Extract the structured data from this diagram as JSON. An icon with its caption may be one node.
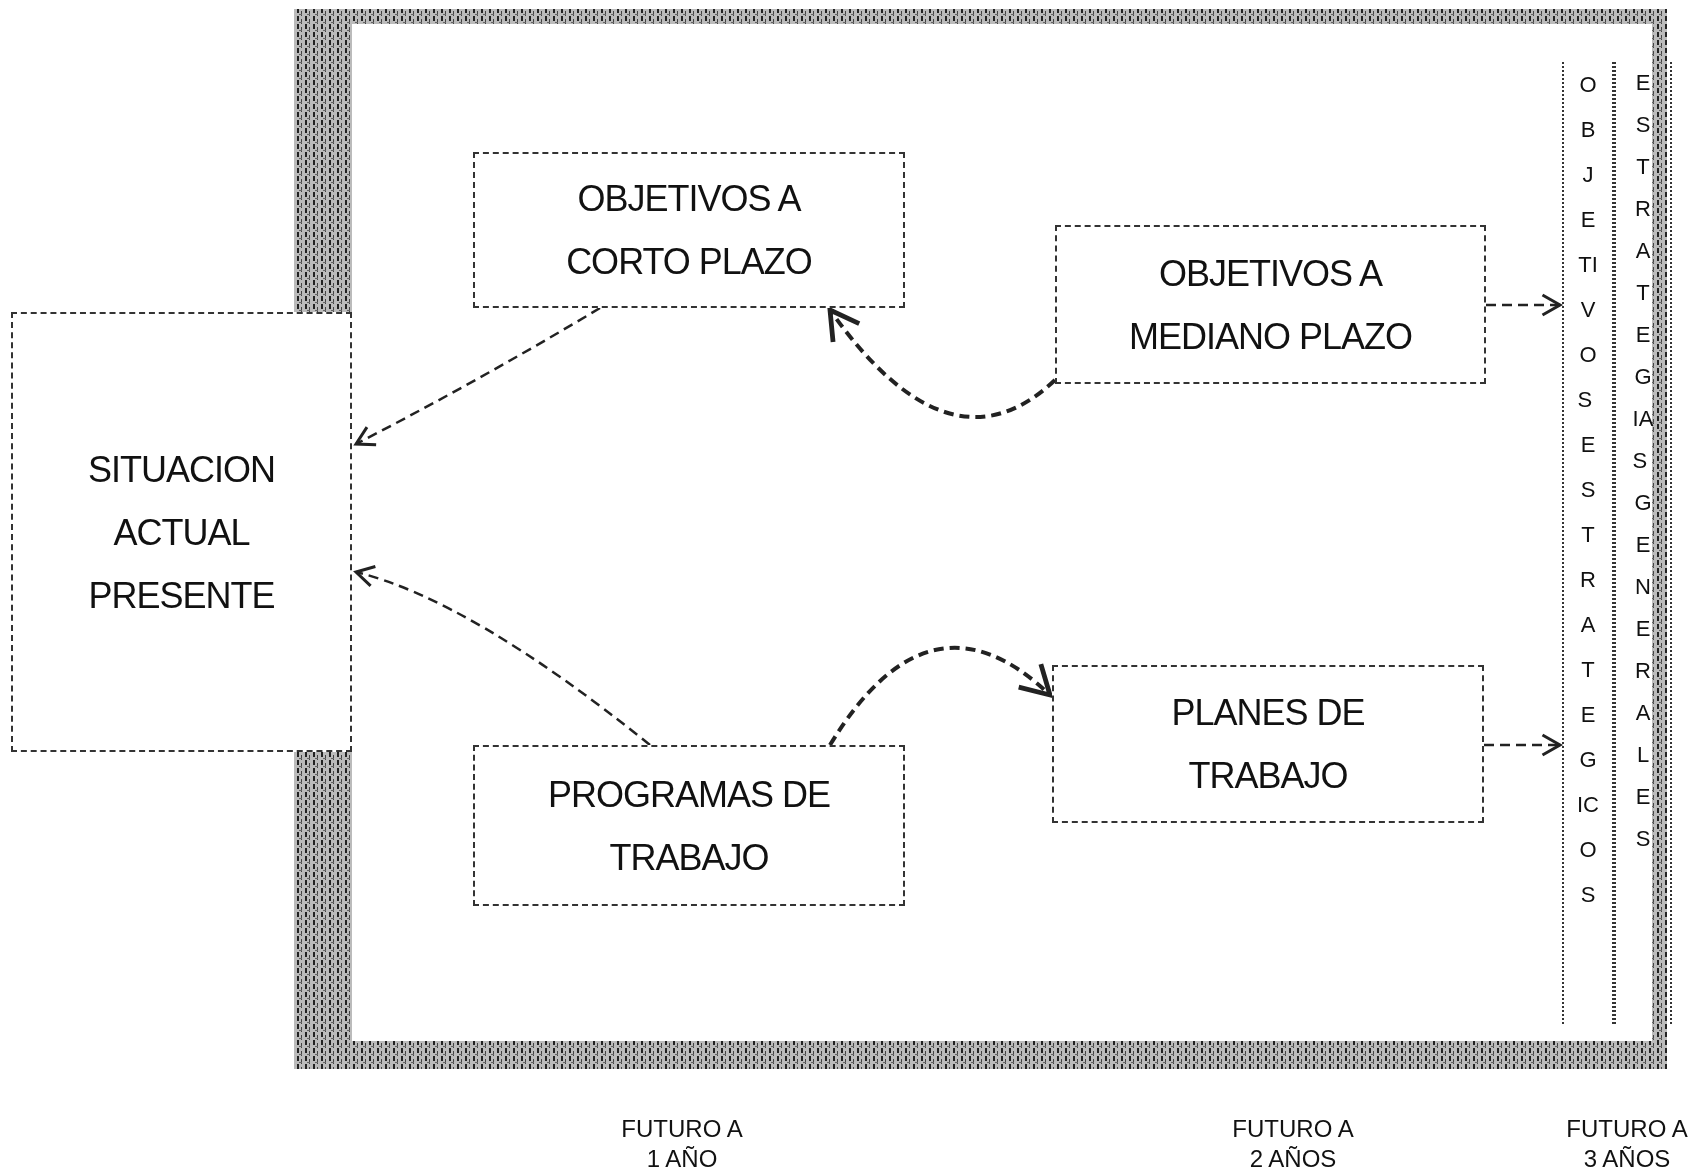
{
  "diagram": {
    "nodes": [
      {
        "text": [
          "SITUACION ACTUAL PRESENTE"
        ]
      },
      {
        "text": [
          "OBJETIVOS A CORTO PLAZO"
        ]
      },
      {
        "text": [
          "OBJETIVOS A MEDIANO PLAZO"
        ]
      },
      {
        "text": [
          "PROGRAMAS DE TRABAJO"
        ]
      },
      {
        "text": [
          "PLANES DE TRABAJO"
        ]
      },
      {
        "text": [
          "OBJETIVOS ESTRATEGICOS"
        ]
      },
      {
        "text": [
          "ESTRATEGIAS GENERALES"
        ]
      }
    ],
    "edges": [
      {
        "from": 1,
        "to": 0,
        "arrow": "to"
      },
      {
        "from": 3,
        "to": 0,
        "arrow": "to"
      },
      {
        "from": 2,
        "to": 1,
        "arrow": "to"
      },
      {
        "from": 3,
        "to": 4,
        "arrow": "to"
      },
      {
        "from": 2,
        "to": 5,
        "arrow": "to"
      },
      {
        "from": 4,
        "to": 5,
        "arrow": "to"
      }
    ],
    "labels": [
      "FUTURO A 1 AÑO",
      "FUTURO A 2 AÑOS",
      "FUTURO A 3 AÑOS"
    ]
  }
}
